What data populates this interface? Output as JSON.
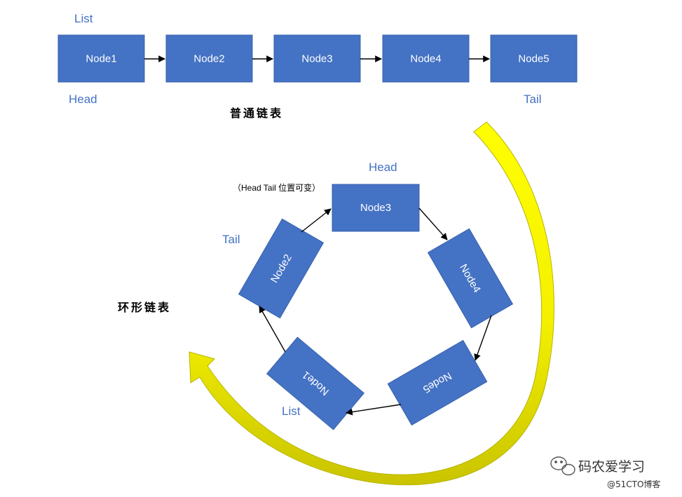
{
  "linear_list": {
    "label_list": "List",
    "label_head": "Head",
    "label_tail": "Tail",
    "title": "普通链表",
    "nodes": [
      "Node1",
      "Node2",
      "Node3",
      "Node4",
      "Node5"
    ]
  },
  "circular_list": {
    "label_head": "Head",
    "label_tail": "Tail",
    "label_list": "List",
    "note": "（Head Tail 位置可变）",
    "title": "环形链表",
    "nodes": [
      "Node3",
      "Node4",
      "Node5",
      "Node1",
      "Node2"
    ]
  },
  "watermark": {
    "name": "码农爱学习",
    "source": "@51CTO博客"
  },
  "colors": {
    "node_fill": "#4472c4",
    "label_blue": "#4472c4",
    "arrow_yellow": "#ffff00",
    "arrow_olive": "#c9c400"
  }
}
